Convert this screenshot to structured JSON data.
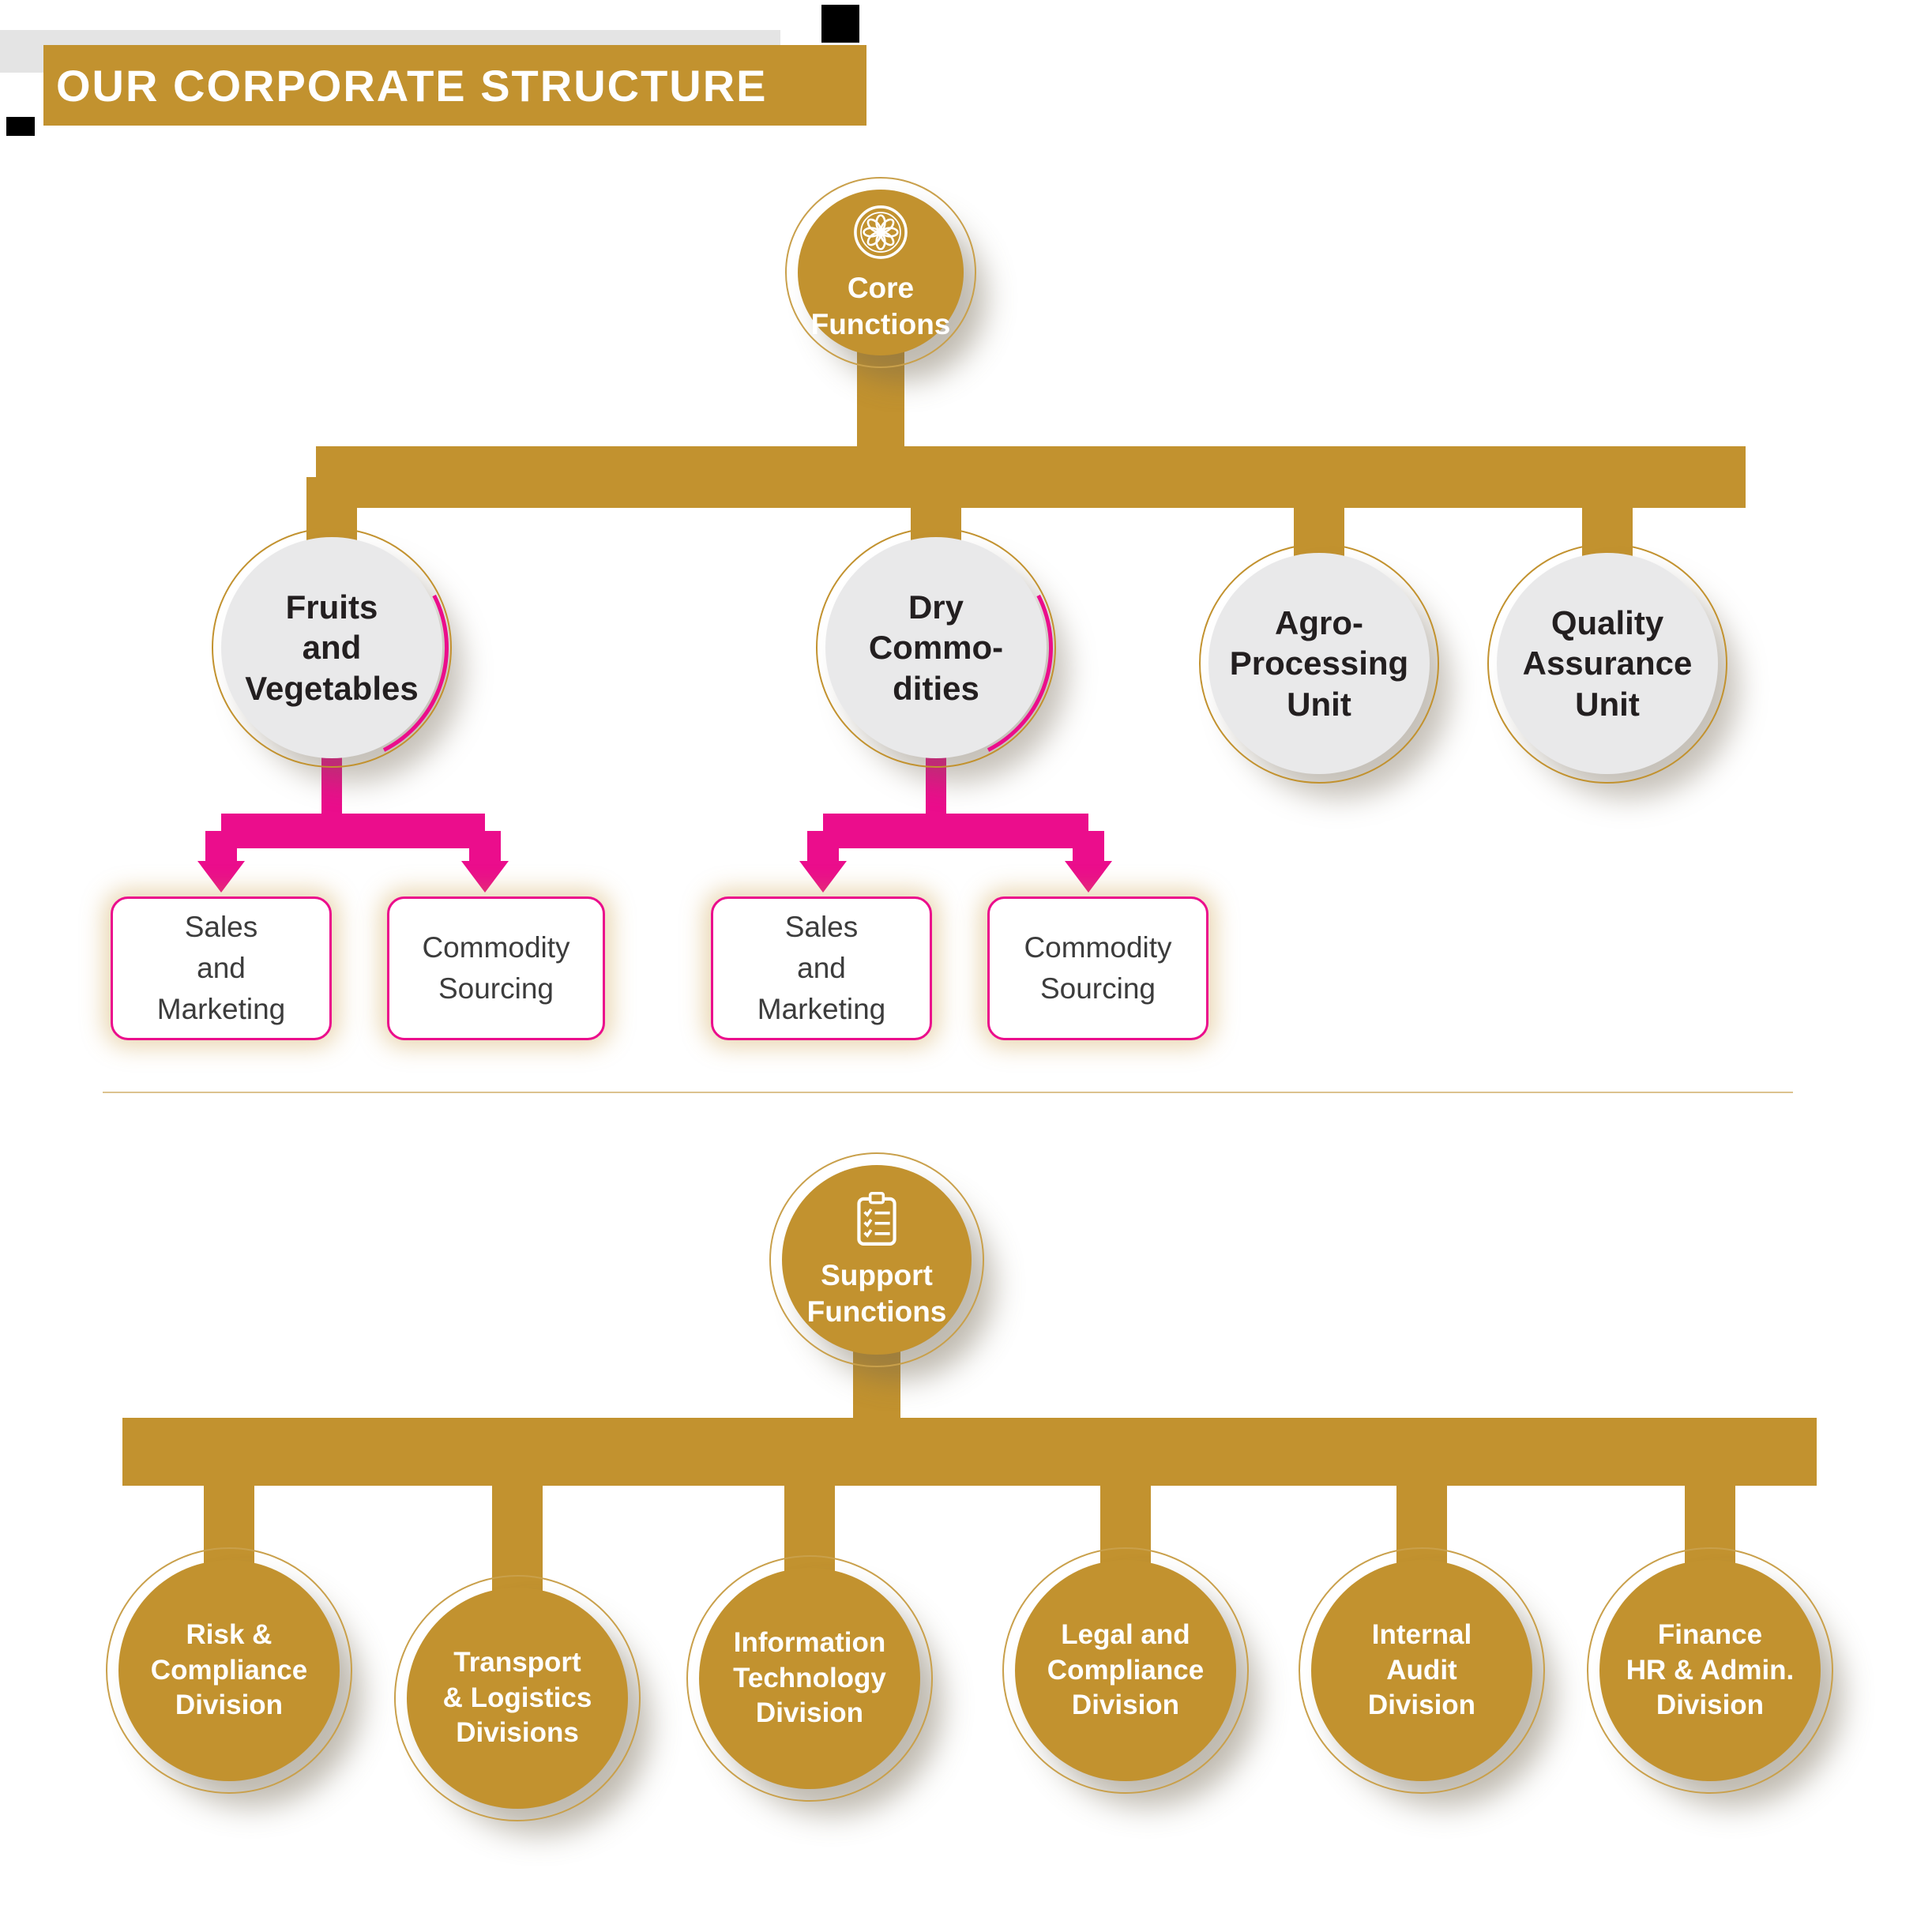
{
  "title": "OUR CORPORATE STRUCTURE",
  "colors": {
    "gold": "#c2922f",
    "pink": "#eb0d8c",
    "gray_fill": "#e9e9ea",
    "text_dark": "#231f20",
    "white": "#ffffff"
  },
  "core_functions": {
    "label": "Core\nFunctions",
    "icon": "flower-medallion-icon"
  },
  "units": [
    {
      "label": "Fruits\nand\nVegetables"
    },
    {
      "label": "Dry\nCommo-\ndities"
    },
    {
      "label": "Agro-\nProcessing\nUnit"
    },
    {
      "label": "Quality\nAssurance\nUnit"
    }
  ],
  "sub_units": [
    {
      "label": "Sales\nand\nMarketing"
    },
    {
      "label": "Commodity\nSourcing"
    },
    {
      "label": "Sales\nand\nMarketing"
    },
    {
      "label": "Commodity\nSourcing"
    }
  ],
  "support_functions": {
    "label": "Support\nFunctions",
    "icon": "clipboard-checklist-icon"
  },
  "support_divisions": [
    {
      "label": "Risk &\nCompliance\nDivision"
    },
    {
      "label": "Transport\n& Logistics\nDivisions"
    },
    {
      "label": "Information\nTechnology\nDivision"
    },
    {
      "label": "Legal and\nCompliance\nDivision"
    },
    {
      "label": "Internal\nAudit\nDivision"
    },
    {
      "label": "Finance\nHR & Admin.\nDivision"
    }
  ]
}
